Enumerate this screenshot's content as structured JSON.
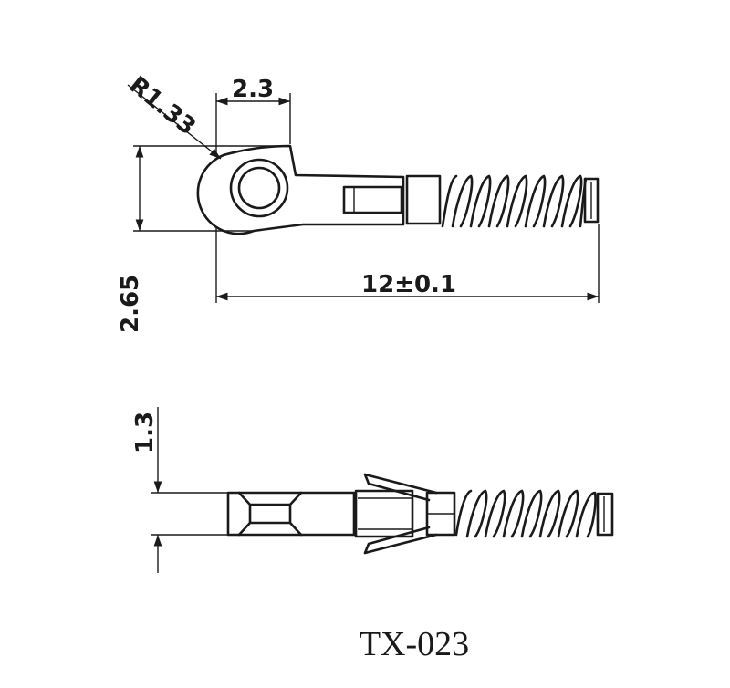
{
  "drawing": {
    "part_number": "TX-023",
    "dimensions": {
      "radius": "R1.33",
      "eye_width": "2.3",
      "eye_height": "2.65",
      "overall_length": "12±0.1",
      "side_height": "1.3"
    },
    "colors": {
      "line": "#1a1a1a",
      "background": "#ffffff"
    }
  }
}
